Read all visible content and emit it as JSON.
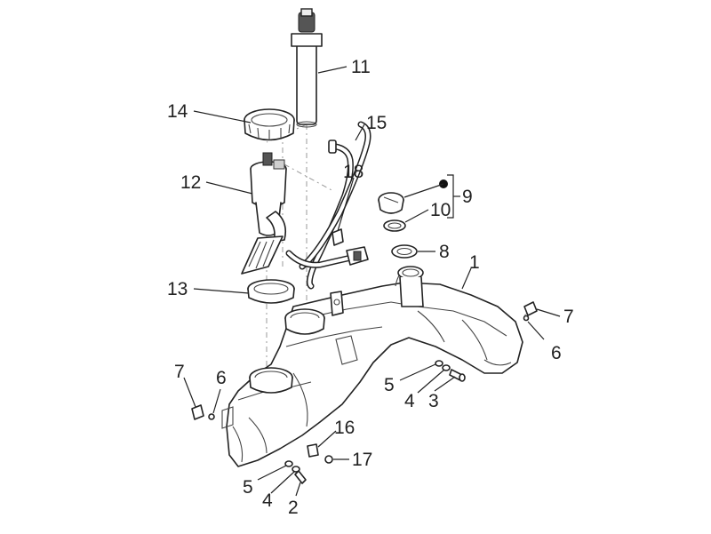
{
  "callouts": [
    {
      "id": "c11",
      "label": "11"
    },
    {
      "id": "c14",
      "label": "14"
    },
    {
      "id": "c15",
      "label": "15"
    },
    {
      "id": "c12",
      "label": "12"
    },
    {
      "id": "c18",
      "label": "18"
    },
    {
      "id": "c9",
      "label": "9"
    },
    {
      "id": "c10",
      "label": "10"
    },
    {
      "id": "c8",
      "label": "8"
    },
    {
      "id": "c1",
      "label": "1"
    },
    {
      "id": "c13",
      "label": "13"
    },
    {
      "id": "c7a",
      "label": "7"
    },
    {
      "id": "c6a",
      "label": "6"
    },
    {
      "id": "c7b",
      "label": "7"
    },
    {
      "id": "c6b",
      "label": "6"
    },
    {
      "id": "c5a",
      "label": "5"
    },
    {
      "id": "c4a",
      "label": "4"
    },
    {
      "id": "c3",
      "label": "3"
    },
    {
      "id": "c16",
      "label": "16"
    },
    {
      "id": "c17",
      "label": "17"
    },
    {
      "id": "c5b",
      "label": "5"
    },
    {
      "id": "c4b",
      "label": "4"
    },
    {
      "id": "c2",
      "label": "2"
    }
  ],
  "colors": {
    "line": "#222222",
    "background": "#ffffff"
  }
}
